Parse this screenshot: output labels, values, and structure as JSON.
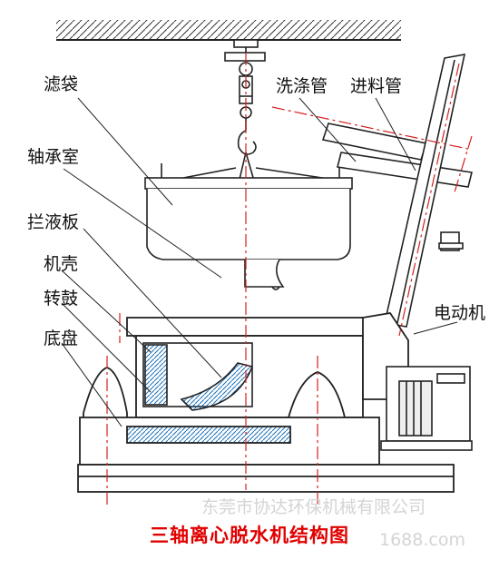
{
  "title": "三轴离心脱水机结构图",
  "watermark": {
    "line1": "东莞市协达环保机械有限公司",
    "line2": "1688.com"
  },
  "labels": {
    "filter_bag": "滤袋",
    "bearing_chamber": "轴承室",
    "splash_plate": "拦液板",
    "casing": "机壳",
    "drum": "转鼓",
    "chassis": "底盘",
    "wash_pipe": "洗涤管",
    "feed_pipe": "进料管",
    "motor": "电动机"
  },
  "colors": {
    "line": "#222222",
    "centerline": "#d42020",
    "title": "#e10000",
    "hatch": "#1a6fb5"
  }
}
